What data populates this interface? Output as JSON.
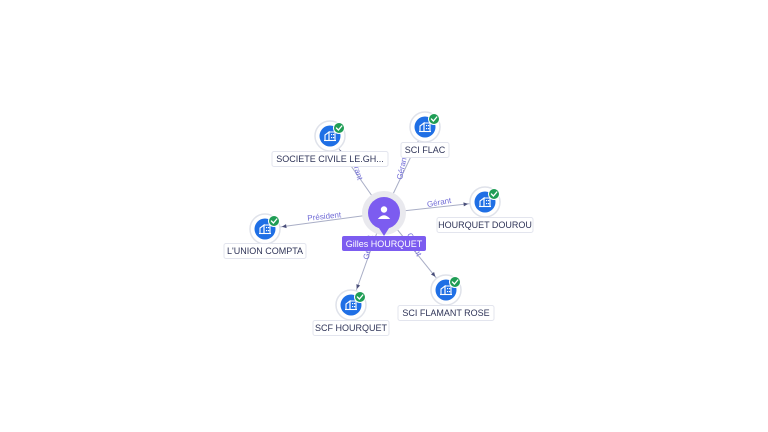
{
  "center": {
    "label": "Gilles HOURQUET",
    "icon": "person-icon",
    "color": "#7c5cf0"
  },
  "nodes": [
    {
      "id": "societe-civile",
      "label": "SOCIETE CIVILE LE.GH...",
      "relation": "Gérant",
      "icon": "building-icon",
      "verified": true
    },
    {
      "id": "sci-flac",
      "label": "SCI FLAC",
      "relation": "Gérant",
      "icon": "building-icon",
      "verified": true
    },
    {
      "id": "hourquet-dourou",
      "label": "HOURQUET DOUROU",
      "relation": "Gérant",
      "icon": "building-icon",
      "verified": true
    },
    {
      "id": "lunion-compta",
      "label": "L'UNION COMPTA",
      "relation": "Président",
      "icon": "building-icon",
      "verified": true
    },
    {
      "id": "scf-hourquet",
      "label": "SCF HOURQUET",
      "relation": "Gérant",
      "icon": "building-icon",
      "verified": true
    },
    {
      "id": "sci-flamant-rose",
      "label": "SCI FLAMANT ROSE",
      "relation": "Gérant",
      "icon": "building-icon",
      "verified": true
    }
  ],
  "colors": {
    "company": "#1f6fe5",
    "verified": "#1f9d55",
    "edge": "#a9aec6",
    "relation_text": "#6f6ad6"
  }
}
